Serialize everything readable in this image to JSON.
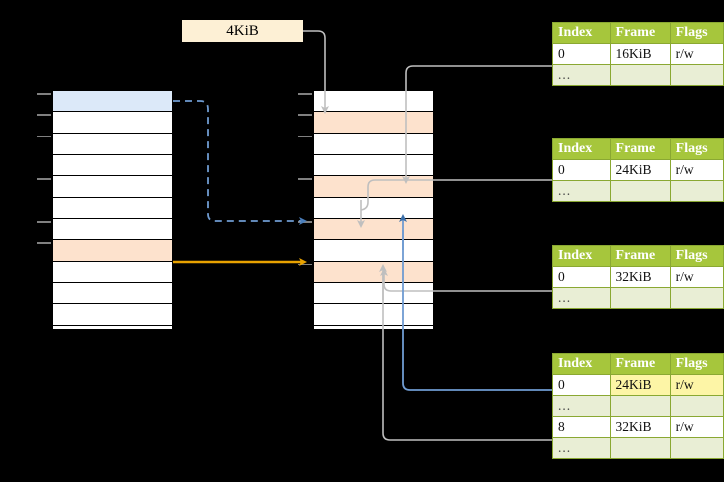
{
  "diagram": {
    "title_label": "4KiB",
    "colors": {
      "header_green": "#a6c63c",
      "ellipsis_row": "#e9eed5",
      "highlight_yellow": "#fdf5a6",
      "peach_row": "#fde2cd",
      "blue_row": "#dce9f9",
      "blue_arrow": "#4a7ebb",
      "orange_arrow": "#e8a200",
      "gray_wire": "#b3b3b3",
      "label_bg": "#fdf0d5"
    }
  },
  "left_column": {
    "name": "source-address-column",
    "row_count": 11,
    "rows": [
      {
        "index": 0,
        "fill": "blue",
        "label": ""
      },
      {
        "index": 1,
        "fill": "white",
        "label": ""
      },
      {
        "index": 2,
        "fill": "white",
        "label": ""
      },
      {
        "index": 3,
        "fill": "white",
        "label": ""
      },
      {
        "index": 4,
        "fill": "white",
        "label": ""
      },
      {
        "index": 5,
        "fill": "white",
        "label": ""
      },
      {
        "index": 6,
        "fill": "white",
        "label": ""
      },
      {
        "index": 7,
        "fill": "peach",
        "label": ""
      },
      {
        "index": 8,
        "fill": "white",
        "label": ""
      },
      {
        "index": 9,
        "fill": "white",
        "label": ""
      },
      {
        "index": 10,
        "fill": "white",
        "label": ""
      }
    ],
    "tick_rows": [
      0,
      1,
      2,
      4,
      6,
      7
    ]
  },
  "middle_column": {
    "name": "target-address-column",
    "row_count": 11,
    "rows": [
      {
        "index": 0,
        "fill": "white",
        "label": ""
      },
      {
        "index": 1,
        "fill": "peach",
        "label": ""
      },
      {
        "index": 2,
        "fill": "white",
        "label": ""
      },
      {
        "index": 3,
        "fill": "white",
        "label": ""
      },
      {
        "index": 4,
        "fill": "peach",
        "label": ""
      },
      {
        "index": 5,
        "fill": "white",
        "label": ""
      },
      {
        "index": 6,
        "fill": "peach",
        "label": ""
      },
      {
        "index": 7,
        "fill": "white",
        "label": ""
      },
      {
        "index": 8,
        "fill": "peach",
        "label": ""
      },
      {
        "index": 9,
        "fill": "white",
        "label": ""
      },
      {
        "index": 10,
        "fill": "white",
        "label": ""
      }
    ],
    "tick_rows": [
      0,
      1,
      2,
      4,
      6,
      8
    ]
  },
  "tables": [
    {
      "name": "frame-table-1",
      "headers": [
        "Index",
        "Frame",
        "Flags"
      ],
      "rows": [
        {
          "cells": [
            "0",
            "16KiB",
            "r/w"
          ],
          "ellipsis": false,
          "highlight": [
            false,
            false,
            false
          ]
        },
        {
          "cells": [
            "...",
            "",
            ""
          ],
          "ellipsis": true,
          "highlight": [
            false,
            false,
            false
          ]
        }
      ]
    },
    {
      "name": "frame-table-2",
      "headers": [
        "Index",
        "Frame",
        "Flags"
      ],
      "rows": [
        {
          "cells": [
            "0",
            "24KiB",
            "r/w"
          ],
          "ellipsis": false,
          "highlight": [
            false,
            false,
            false
          ]
        },
        {
          "cells": [
            "...",
            "",
            ""
          ],
          "ellipsis": true,
          "highlight": [
            false,
            false,
            false
          ]
        }
      ]
    },
    {
      "name": "frame-table-3",
      "headers": [
        "Index",
        "Frame",
        "Flags"
      ],
      "rows": [
        {
          "cells": [
            "0",
            "32KiB",
            "r/w"
          ],
          "ellipsis": false,
          "highlight": [
            false,
            false,
            false
          ]
        },
        {
          "cells": [
            "...",
            "",
            ""
          ],
          "ellipsis": true,
          "highlight": [
            false,
            false,
            false
          ]
        }
      ]
    },
    {
      "name": "frame-table-4",
      "headers": [
        "Index",
        "Frame",
        "Flags"
      ],
      "rows": [
        {
          "cells": [
            "0",
            "24KiB",
            "r/w"
          ],
          "ellipsis": false,
          "highlight": [
            false,
            true,
            true
          ]
        },
        {
          "cells": [
            "...",
            "",
            ""
          ],
          "ellipsis": true,
          "highlight": [
            false,
            false,
            false
          ]
        },
        {
          "cells": [
            "8",
            "32KiB",
            "r/w"
          ],
          "ellipsis": false,
          "highlight": [
            false,
            false,
            false
          ]
        },
        {
          "cells": [
            "...",
            "",
            ""
          ],
          "ellipsis": true,
          "highlight": [
            false,
            false,
            false
          ]
        }
      ]
    }
  ]
}
